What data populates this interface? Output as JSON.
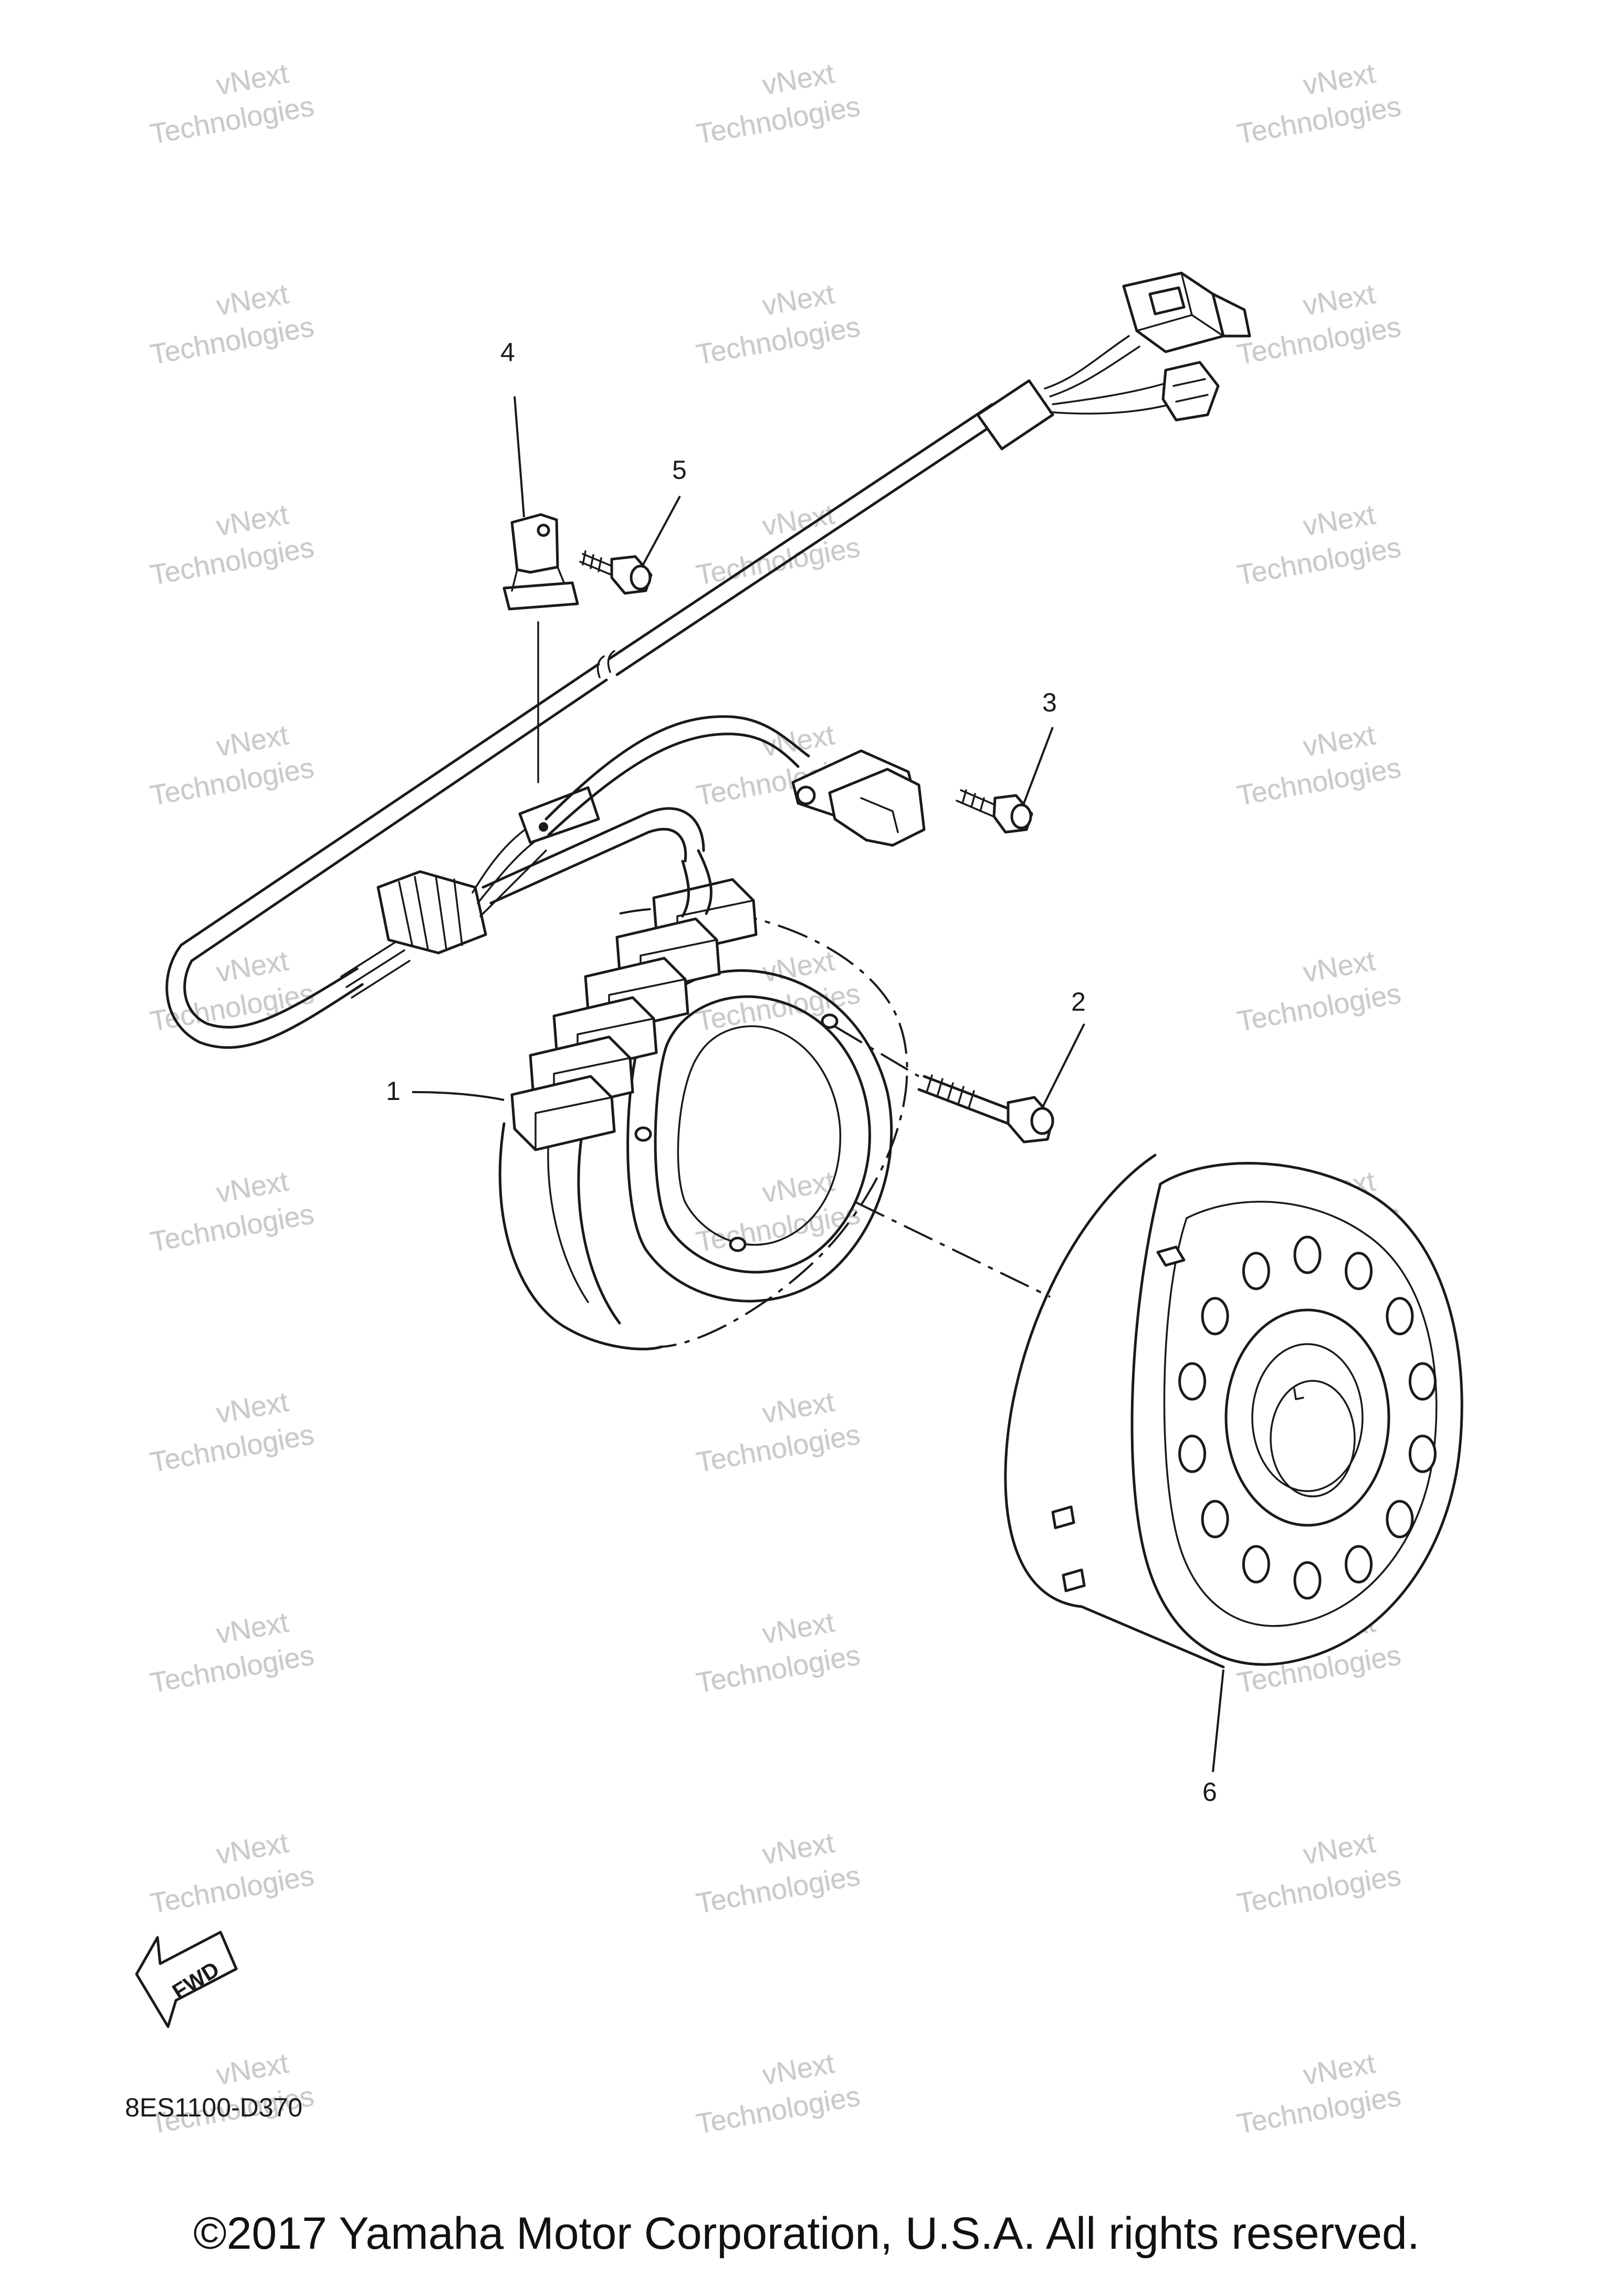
{
  "callouts": [
    {
      "id": "1",
      "text": "1"
    },
    {
      "id": "2",
      "text": "2"
    },
    {
      "id": "3",
      "text": "3"
    },
    {
      "id": "4",
      "text": "4"
    },
    {
      "id": "5",
      "text": "5"
    },
    {
      "id": "6",
      "text": "6"
    }
  ],
  "fwd_label": "FWD",
  "diagram_code": "8ES1100-D370",
  "copyright": "©2017 Yamaha Motor Corporation, U.S.A. All rights reserved.",
  "watermark": {
    "line1": "vNext",
    "line2": "Technologies",
    "color": "#c8c8c8"
  }
}
